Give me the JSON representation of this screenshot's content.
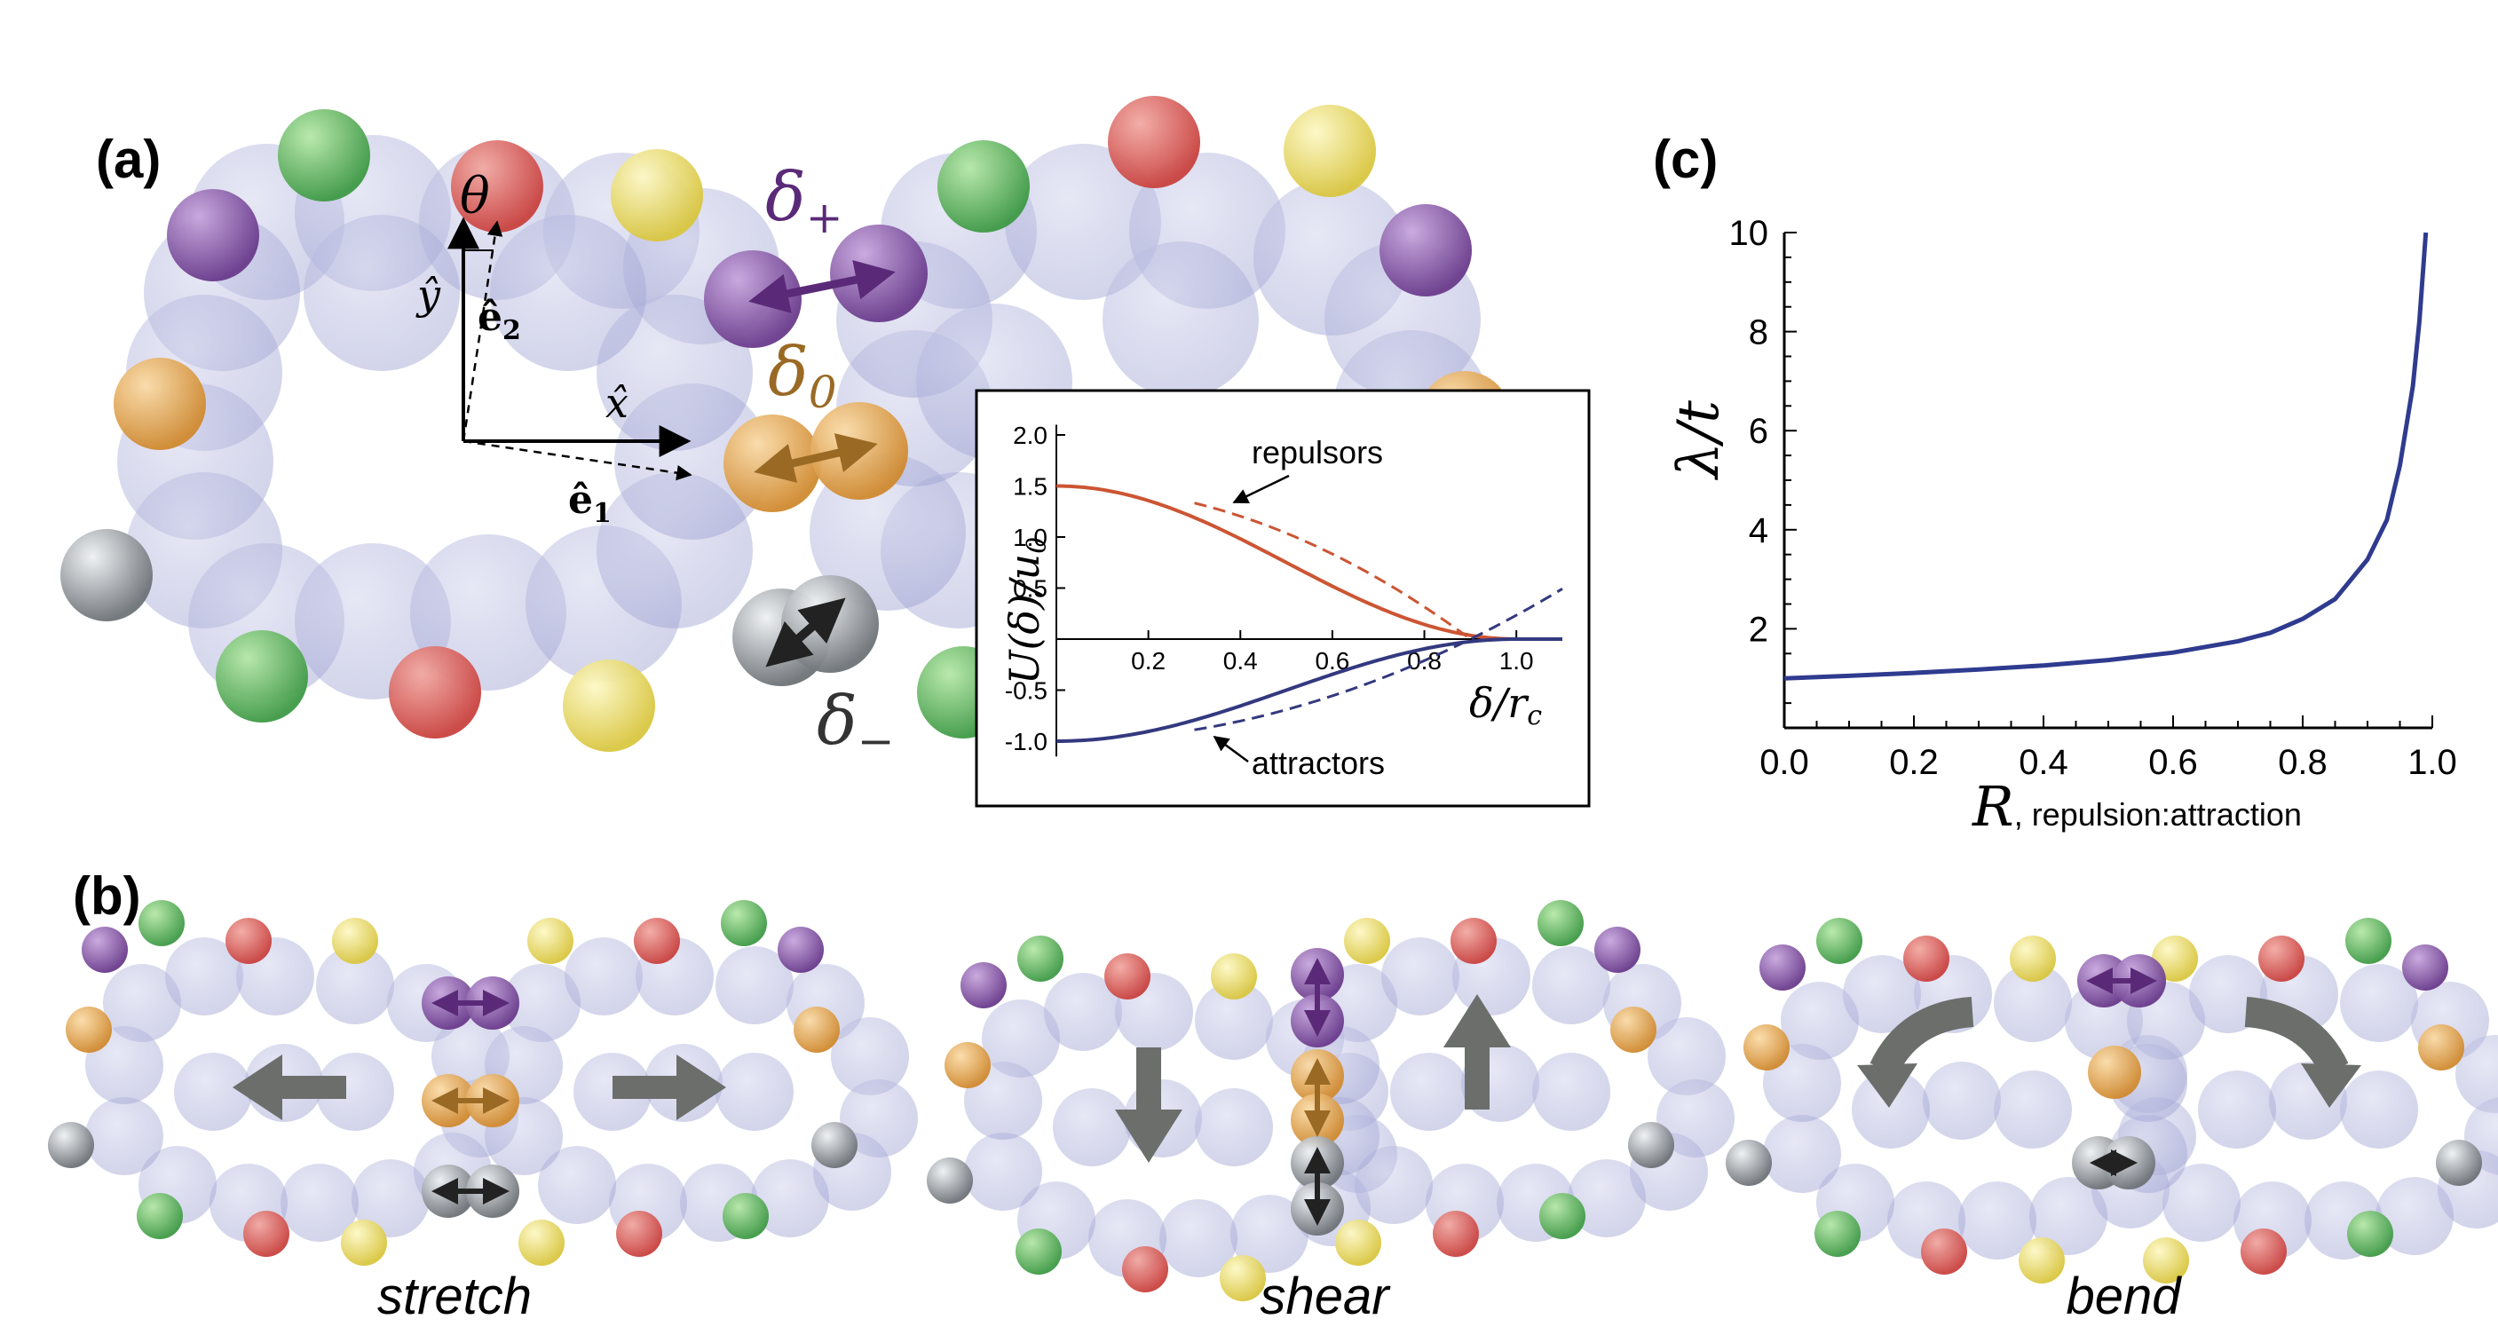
{
  "panel_labels": {
    "a": "(a)",
    "b": "(b)",
    "c": "(c)"
  },
  "colors": {
    "body_particle": "#b8bce0",
    "purple": "#7a4a9c",
    "green": "#5cb85c",
    "red": "#d9635f",
    "yellow": "#efe26a",
    "orange": "#e8aa55",
    "gray": "#9aa0a6",
    "delta_plus": "#5a2a78",
    "delta_zero": "#9a6a25",
    "delta_minus": "#333333",
    "repulsor_curve": "#cc5533",
    "attractor_curve": "#33397f",
    "lambda_curve": "#2f3b8f",
    "motion_arrow": "#6b6e6b"
  },
  "panel_a": {
    "theta": "θ",
    "y_hat": "ŷ",
    "x_hat": "x̂",
    "e1": "ê",
    "e1_sub": "1",
    "e2": "ê",
    "e2_sub": "2",
    "delta_plus": "δ",
    "delta_plus_sub": "+",
    "delta_zero": "δ",
    "delta_zero_sub": "0",
    "delta_minus": "δ",
    "delta_minus_sub": "−"
  },
  "inset": {
    "ylabel_main": "U(δ)/u",
    "ylabel_sub": "0",
    "xlabel_main": "δ/r",
    "xlabel_sub": "c",
    "repulsors_label": "repulsors",
    "attractors_label": "attractors",
    "x_ticks": [
      "0.2",
      "0.4",
      "0.6",
      "0.8",
      "1.0"
    ],
    "y_ticks": [
      "2.0",
      "1.5",
      "1.0",
      "0.5",
      "-0.5",
      "-1.0"
    ]
  },
  "panel_b": {
    "stretch": "stretch",
    "shear": "shear",
    "bend": "bend"
  },
  "chart_data": {
    "type": "line",
    "title": "",
    "xlabel_symbol": "R",
    "xlabel_desc": ", repulsion:attraction",
    "ylabel": "λ/t",
    "x_ticks": [
      "0.0",
      "0.2",
      "0.4",
      "0.6",
      "0.8",
      "1.0"
    ],
    "y_ticks": [
      "2",
      "4",
      "6",
      "8",
      "10"
    ],
    "xlim": [
      0,
      1
    ],
    "ylim": [
      0,
      10
    ],
    "x": [
      0.0,
      0.1,
      0.2,
      0.3,
      0.4,
      0.5,
      0.6,
      0.7,
      0.75,
      0.8,
      0.85,
      0.9,
      0.93,
      0.95,
      0.97,
      0.98,
      0.99
    ],
    "y": [
      1.0,
      1.05,
      1.11,
      1.18,
      1.26,
      1.37,
      1.52,
      1.75,
      1.92,
      2.2,
      2.6,
      3.4,
      4.2,
      5.3,
      6.9,
      8.2,
      10.0
    ],
    "grid": false
  }
}
